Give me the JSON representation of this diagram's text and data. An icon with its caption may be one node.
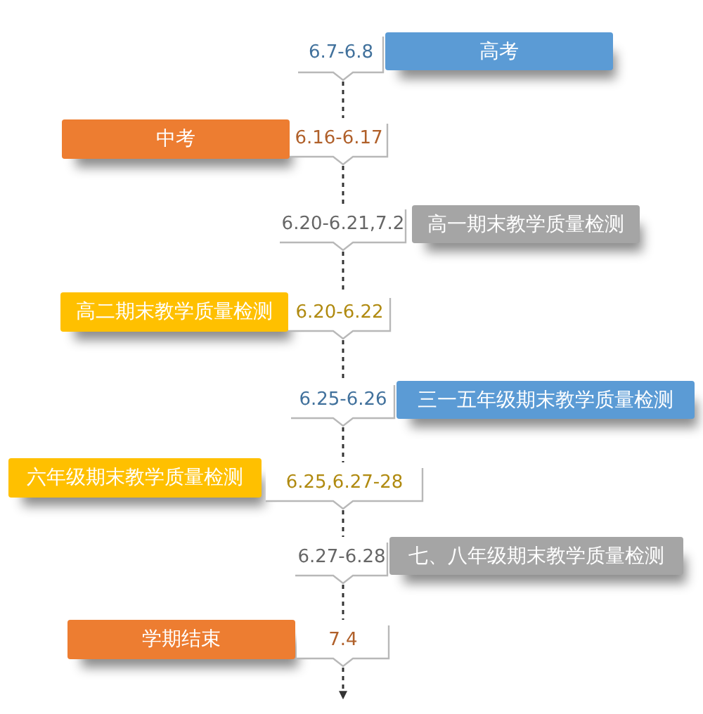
{
  "diagram": {
    "nodes": [
      {
        "text": [
          "6.7-6.8"
        ]
      },
      {
        "text": [
          "高考"
        ]
      },
      {
        "text": [
          "中考"
        ]
      },
      {
        "text": [
          "6.16-6.17"
        ]
      },
      {
        "text": [
          "6.20-6.21,7.2"
        ]
      },
      {
        "text": [
          "高一期末教学质量检测"
        ]
      },
      {
        "text": [
          "高二期末教学质量检测"
        ]
      },
      {
        "text": [
          "6.20-6.22"
        ]
      },
      {
        "text": [
          "6.25-6.26"
        ]
      },
      {
        "text": [
          "三一五年级期末教学质量检测"
        ]
      },
      {
        "text": [
          "六年级期末教学质量检测"
        ]
      },
      {
        "text": [
          "6.25,6.27-28"
        ]
      },
      {
        "text": [
          "6.27-6.28"
        ]
      },
      {
        "text": [
          "七、八年级期末教学质量检测"
        ]
      },
      {
        "text": [
          "学期结束"
        ]
      },
      {
        "text": [
          "7.4"
        ]
      }
    ],
    "edges": [
      {
        "from": 0,
        "to": 3,
        "arrow": "none",
        "style": "dashed"
      },
      {
        "from": 3,
        "to": 4,
        "arrow": "none",
        "style": "dashed"
      },
      {
        "from": 4,
        "to": 7,
        "arrow": "none",
        "style": "dashed"
      },
      {
        "from": 7,
        "to": 8,
        "arrow": "none",
        "style": "dashed"
      },
      {
        "from": 8,
        "to": 11,
        "arrow": "none",
        "style": "dashed"
      },
      {
        "from": 11,
        "to": 12,
        "arrow": "none",
        "style": "dashed"
      },
      {
        "from": 12,
        "to": 15,
        "arrow": "none",
        "style": "dashed"
      },
      {
        "from": 15,
        "to": null,
        "arrow": "to",
        "style": "dashed"
      }
    ]
  }
}
